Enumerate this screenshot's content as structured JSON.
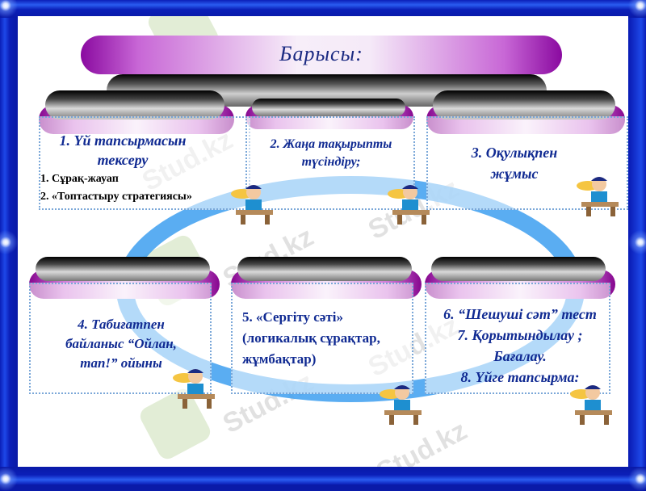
{
  "title": "Барысы:",
  "steps": [
    {
      "line1": "1. Үй тапсырмасын",
      "line2": "тексеру",
      "sub": [
        "1. Сұрақ-жауап",
        "2. «Топтастыру стратегиясы»"
      ]
    },
    {
      "line1": "2. Жаңа тақырыпты",
      "line2": "түсіндіру;"
    },
    {
      "line1": "3. Оқулықпен",
      "line2": "жұмыс"
    },
    {
      "line1": "4. Табиғатпен",
      "line2": "байланыс “Ойлан,",
      "line3": "тап!” ойыны"
    },
    {
      "line1": "5. «Сергіту сәті»",
      "line2": "(логикалық сұрақтар,",
      "line3": "жұмбақтар)"
    },
    {
      "line1": "6. “Шешуші сәт” тест",
      "line2": "7. Қорытындылау ;",
      "line3": "Бағалау.",
      "line4": "8. Үйге тапсырма:"
    }
  ],
  "watermark": "Stud.kz",
  "icons": [
    "student-at-desk-icon"
  ],
  "colors": {
    "frame": "#0a1aa8",
    "text": "#102a92",
    "ring": "#3d9ff0",
    "accent": "#86068f"
  }
}
